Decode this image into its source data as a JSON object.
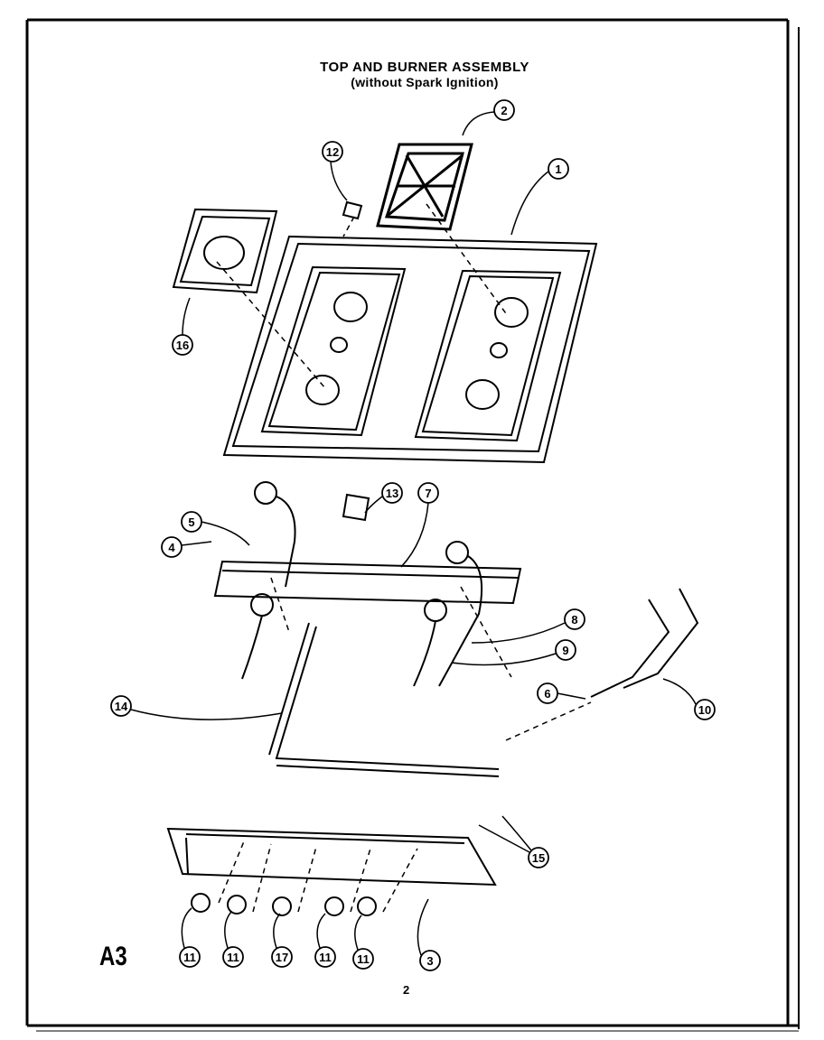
{
  "title": {
    "line1": "TOP AND BURNER ASSEMBLY",
    "line2": "(without Spark Ignition)"
  },
  "section_code": "A3",
  "page_number": "2",
  "callouts": [
    "1",
    "2",
    "3",
    "4",
    "5",
    "6",
    "7",
    "8",
    "9",
    "10",
    "11",
    "11",
    "11",
    "11",
    "12",
    "13",
    "14",
    "15",
    "16",
    "17"
  ]
}
